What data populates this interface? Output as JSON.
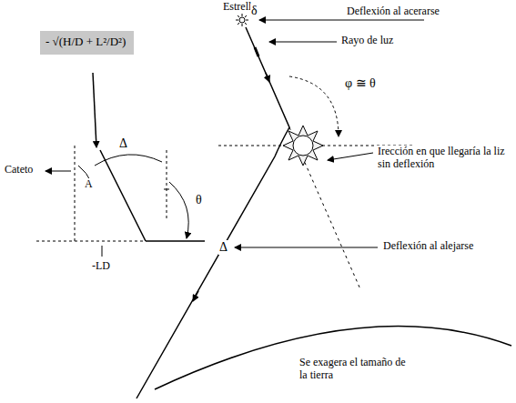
{
  "diagram": {
    "nodes": [
      {
        "text": [
          "- √(H/D + L²/D²)"
        ]
      }
    ],
    "edges": [],
    "labels": [
      "Estrella",
      "Deflexión al acerarse",
      "δ",
      "Rayo de luz",
      "φ ≅ θ",
      "Irección en que llegaría la liz sin deflexión",
      "Δ",
      "Cateto",
      "A",
      "θ",
      "-LD",
      "Deflexión al alejarse",
      "Δ",
      "Se exagera el tamaño de la tierra"
    ]
  }
}
